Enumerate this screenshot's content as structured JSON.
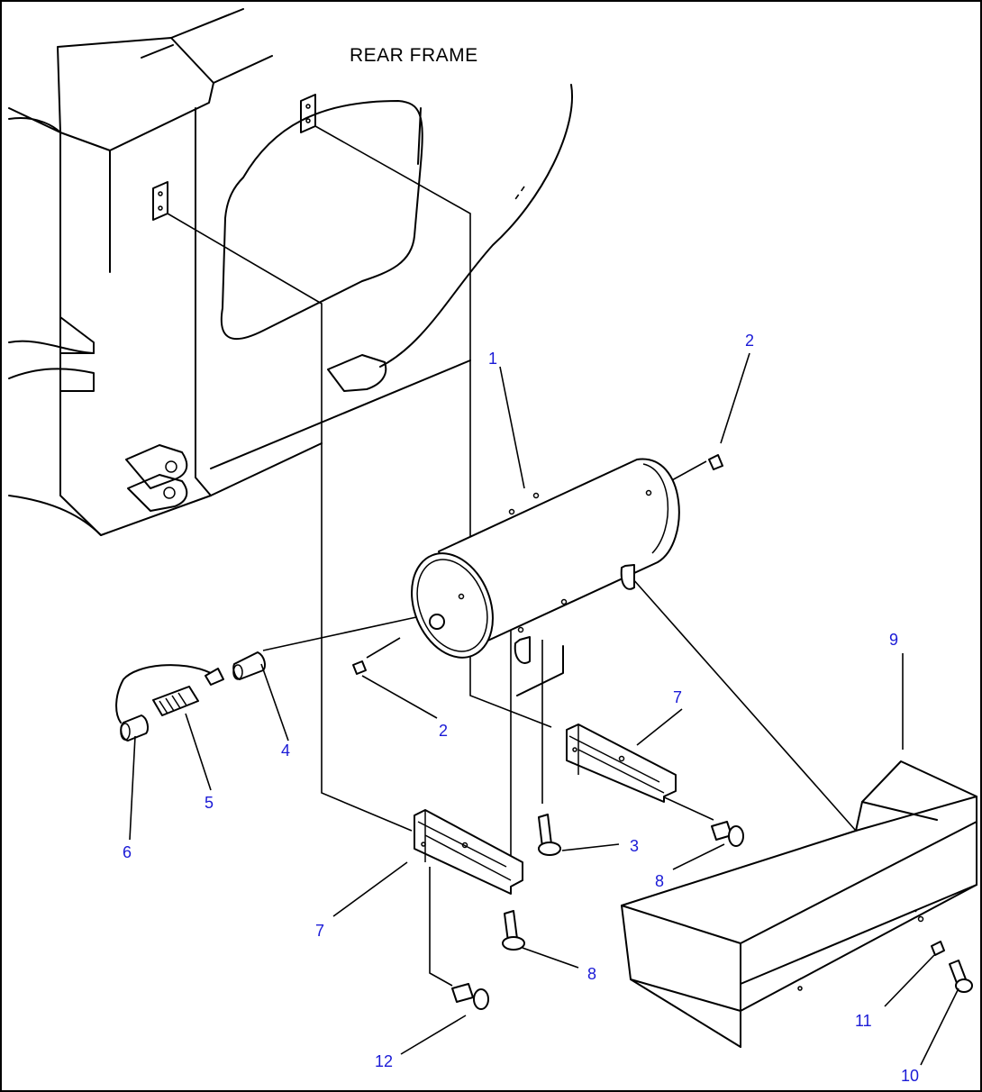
{
  "diagram": {
    "frame_label": "REAR FRAME",
    "callouts": {
      "c1": "1",
      "c2a": "2",
      "c2b": "2",
      "c3": "3",
      "c4": "4",
      "c5": "5",
      "c6": "6",
      "c7a": "7",
      "c7b": "7",
      "c8a": "8",
      "c8b": "8",
      "c9": "9",
      "c10": "10",
      "c11": "11",
      "c12": "12"
    },
    "colors": {
      "callout": "#1a1ad6",
      "line": "#000000",
      "background": "#ffffff"
    }
  }
}
